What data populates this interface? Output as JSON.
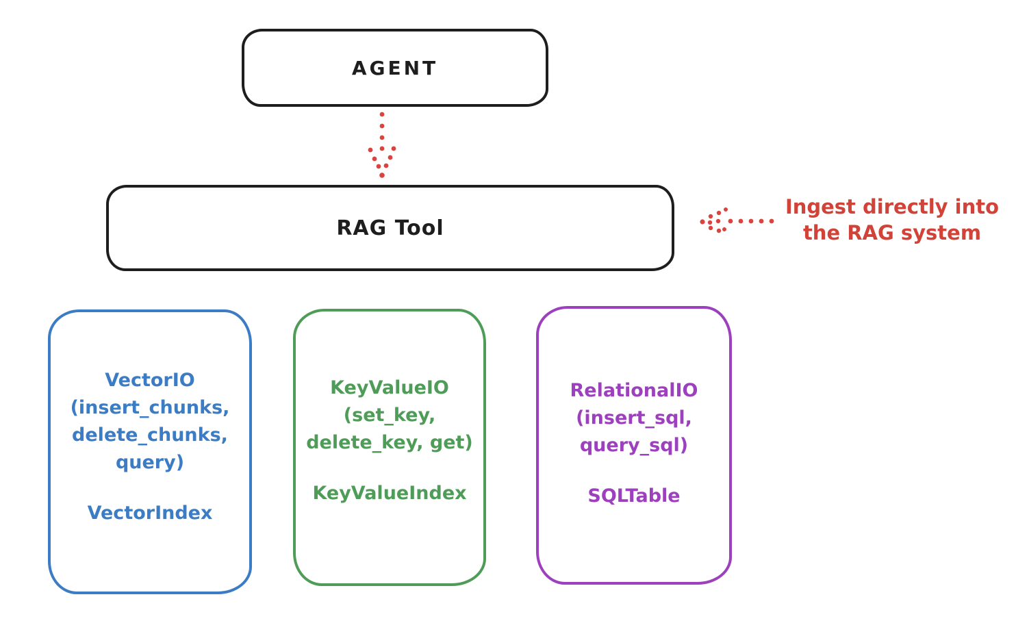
{
  "colors": {
    "ink": "#1e1e1e",
    "red": "#d14338",
    "blue": "#3b7cc4",
    "green": "#4e9c58",
    "purple": "#9c40bd"
  },
  "agent_box": {
    "label": "AGENT"
  },
  "rag_tool_box": {
    "label": "RAG Tool"
  },
  "annotation": {
    "line1": "Ingest directly into",
    "line2": "the RAG system"
  },
  "arrows": {
    "agent_to_rag_tool": "dotted-down-arrow",
    "annotation_to_rag_tool": "dotted-left-arrow"
  },
  "storage_boxes": [
    {
      "name": "VectorIO",
      "color": "#3b7cc4",
      "lines": [
        "VectorIO",
        "(insert_chunks,",
        "delete_chunks,",
        "query)"
      ],
      "index": "VectorIndex"
    },
    {
      "name": "KeyValueIO",
      "color": "#4e9c58",
      "lines": [
        "KeyValueIO",
        "(set_key,",
        "delete_key, get)"
      ],
      "index": "KeyValueIndex"
    },
    {
      "name": "RelationalIO",
      "color": "#9c40bd",
      "lines": [
        "RelationalIO",
        "(insert_sql,",
        "query_sql)"
      ],
      "index": "SQLTable"
    }
  ]
}
